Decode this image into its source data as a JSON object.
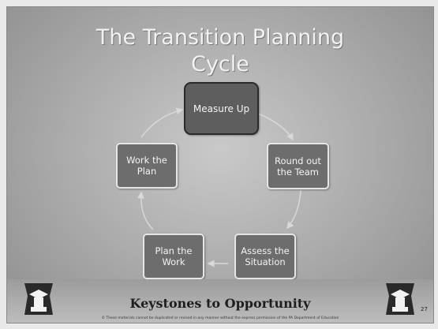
{
  "slide": {
    "title_line1": "The Transition Planning",
    "title_line2": "Cycle",
    "nodes": {
      "measure_up": "Measure Up",
      "round_out": "Round out the Team",
      "assess": "Assess the Situation",
      "plan_work": "Plan the Work",
      "work_plan": "Work the Plan"
    },
    "footer": {
      "brand": "Keystones to Opportunity",
      "copyright": "© These materials cannot be duplicated or revised in any manner without the express permission of the PA Department of Education",
      "page_number": "27"
    },
    "colors": {
      "node_fill": "#6d6d6d",
      "node_border": "#e6e6e6",
      "highlight_border": "#2a2a2a"
    },
    "icons": [
      "keystone-logo-icon",
      "arrow-icon"
    ]
  }
}
